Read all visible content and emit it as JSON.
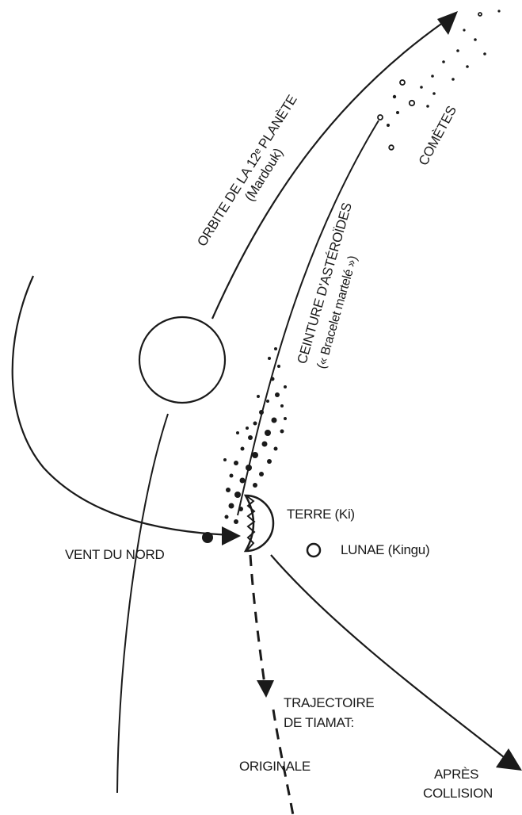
{
  "labels": {
    "orbit_line1": "ORBITE DE LA 12ᵉ PLANÈTE",
    "orbit_line2": "(Mardouk)",
    "belt_line1": "CEINTURE D'ASTÉROÏDES",
    "belt_line2": "(« Bracelet martelé »)",
    "comets": "COMÈTES",
    "earth": "TERRE (Ki)",
    "moon": "LUNAE (Kingu)",
    "north_wind": "VENT  DU NORD",
    "trajectory_line1": "TRAJECTOIRE",
    "trajectory_line2": "DE TIAMAT:",
    "original": "ORIGINALE",
    "after_line1": "APRÈS",
    "after_line2": "COLLISION"
  },
  "colors": {
    "ink": "#1a1a1a",
    "background": "#ffffff"
  }
}
